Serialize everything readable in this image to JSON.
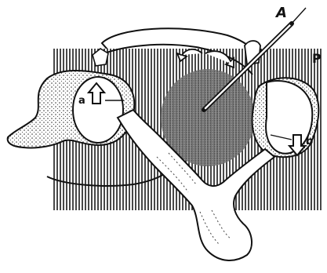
{
  "figure": {
    "labels": {
      "needle": "A",
      "plane": "P",
      "left_marker": "a",
      "right_marker": "b"
    },
    "colors": {
      "ink": "#111111",
      "background": "#ffffff",
      "hatch": "#1a1a1a",
      "shade": "#6a6a6a"
    }
  }
}
